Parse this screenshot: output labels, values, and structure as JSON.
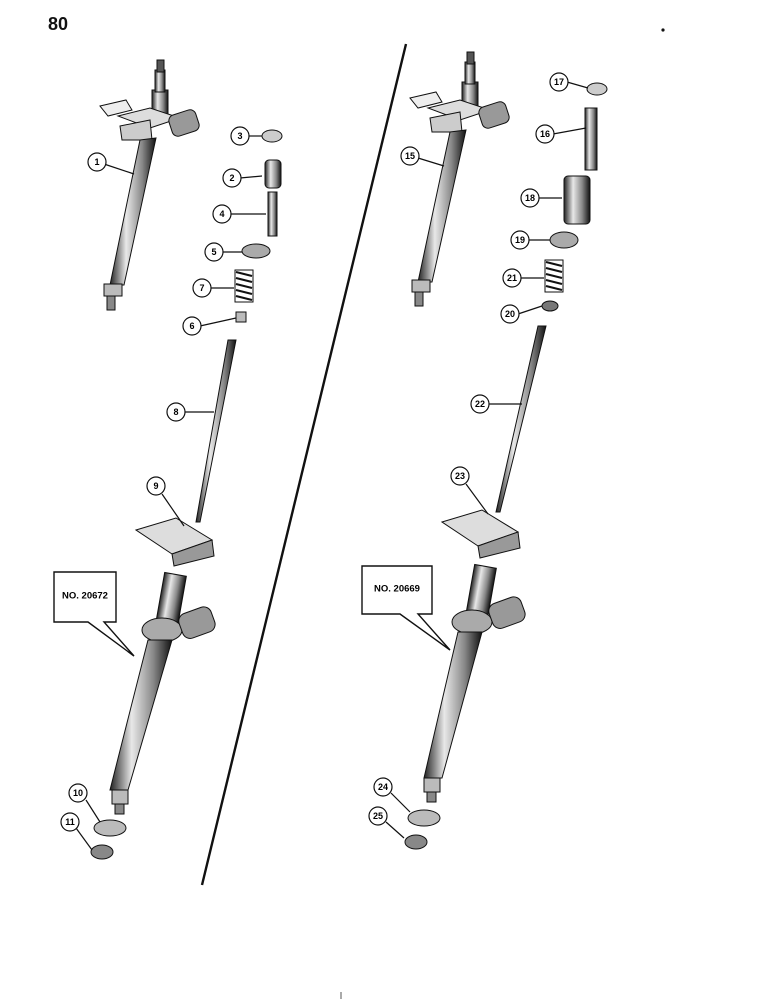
{
  "page_number": "80",
  "left_assembly": {
    "model_label": "NO. 20672",
    "callouts": [
      "1",
      "2",
      "3",
      "4",
      "5",
      "6",
      "7",
      "8",
      "9",
      "10",
      "11"
    ]
  },
  "right_assembly": {
    "model_label": "NO. 20669",
    "callouts": [
      "15",
      "16",
      "17",
      "18",
      "19",
      "20",
      "21",
      "22",
      "23",
      "24",
      "25"
    ]
  }
}
